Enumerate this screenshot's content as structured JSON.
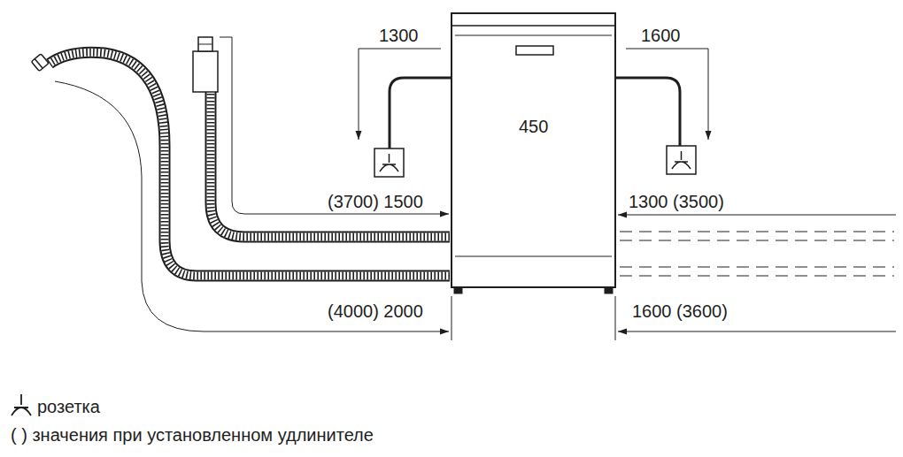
{
  "diagram": {
    "labels": [
      "1300",
      "1600",
      "450",
      "(3700) 1500",
      "1300 (3500)",
      "(4000) 2000",
      "1600 (3600)"
    ],
    "legend": [
      {
        "text": "розетка"
      },
      {
        "text": "( ) значения при установленном удлинителе"
      }
    ]
  }
}
